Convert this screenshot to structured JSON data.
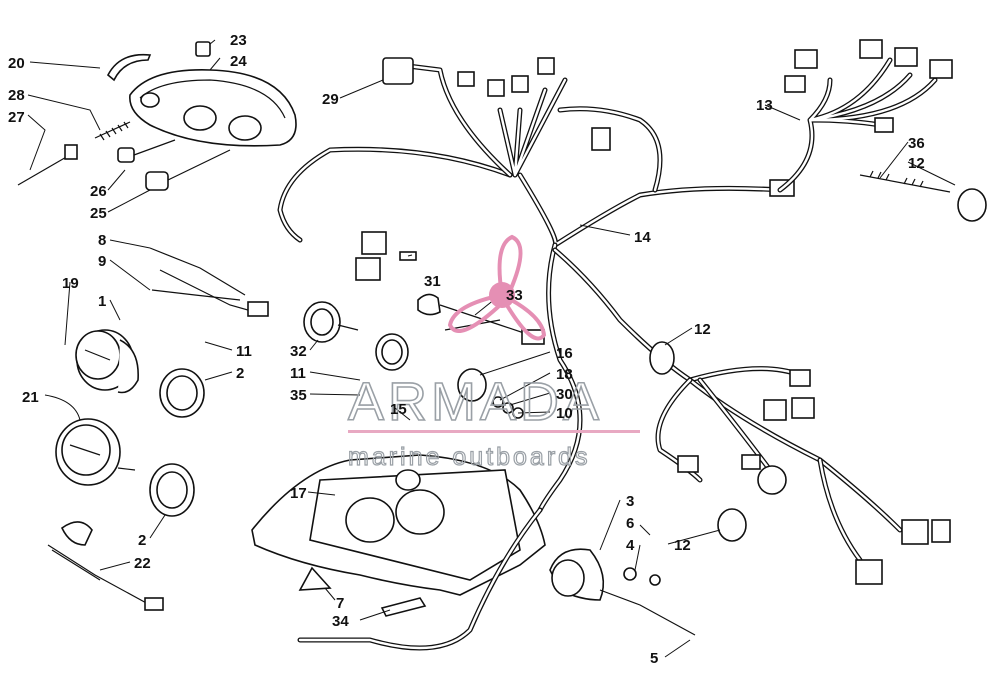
{
  "watermark": {
    "brand": "ARMADA",
    "tagline": "marine outboards",
    "logo_icon": "propeller-logo-icon",
    "logo_color": "#e58fb4"
  },
  "callouts": [
    {
      "id": "c1",
      "label": "1"
    },
    {
      "id": "c2a",
      "label": "2"
    },
    {
      "id": "c2b",
      "label": "2"
    },
    {
      "id": "c3",
      "label": "3"
    },
    {
      "id": "c4",
      "label": "4"
    },
    {
      "id": "c5",
      "label": "5"
    },
    {
      "id": "c6",
      "label": "6"
    },
    {
      "id": "c7",
      "label": "7"
    },
    {
      "id": "c8",
      "label": "8"
    },
    {
      "id": "c9",
      "label": "9"
    },
    {
      "id": "c10",
      "label": "10"
    },
    {
      "id": "c11a",
      "label": "11"
    },
    {
      "id": "c11b",
      "label": "11"
    },
    {
      "id": "c12a",
      "label": "12"
    },
    {
      "id": "c12b",
      "label": "12"
    },
    {
      "id": "c12c",
      "label": "12"
    },
    {
      "id": "c13",
      "label": "13"
    },
    {
      "id": "c14",
      "label": "14"
    },
    {
      "id": "c15",
      "label": "15"
    },
    {
      "id": "c16",
      "label": "16"
    },
    {
      "id": "c17",
      "label": "17"
    },
    {
      "id": "c18",
      "label": "18"
    },
    {
      "id": "c19",
      "label": "19"
    },
    {
      "id": "c20",
      "label": "20"
    },
    {
      "id": "c21",
      "label": "21"
    },
    {
      "id": "c22",
      "label": "22"
    },
    {
      "id": "c23",
      "label": "23"
    },
    {
      "id": "c24",
      "label": "24"
    },
    {
      "id": "c25",
      "label": "25"
    },
    {
      "id": "c26",
      "label": "26"
    },
    {
      "id": "c27",
      "label": "27"
    },
    {
      "id": "c28",
      "label": "28"
    },
    {
      "id": "c29",
      "label": "29"
    },
    {
      "id": "c30",
      "label": "30"
    },
    {
      "id": "c31",
      "label": "31"
    },
    {
      "id": "c32",
      "label": "32"
    },
    {
      "id": "c33",
      "label": "33"
    },
    {
      "id": "c34",
      "label": "34"
    },
    {
      "id": "c35",
      "label": "35"
    },
    {
      "id": "c36",
      "label": "36"
    }
  ]
}
